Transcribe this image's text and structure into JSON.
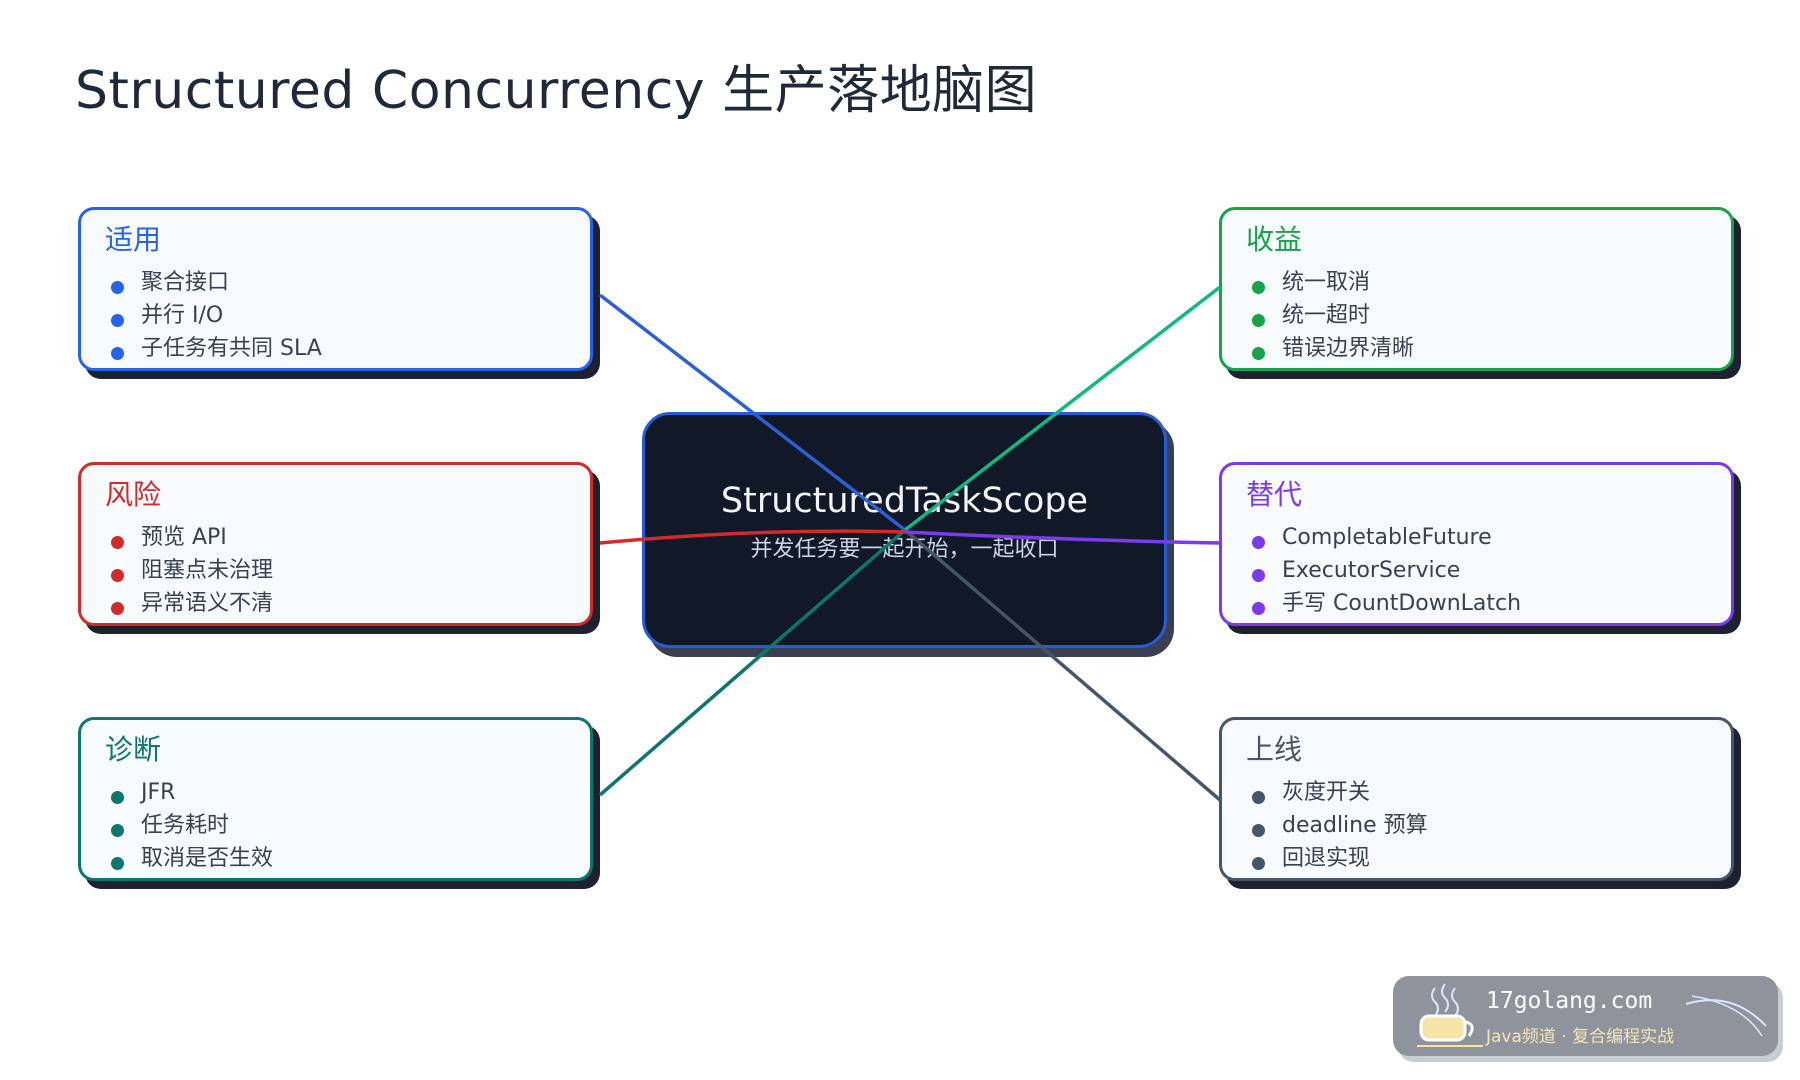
{
  "title": "Structured Concurrency 生产落地脑图",
  "center": {
    "title": "StructuredTaskScope",
    "subtitle": "并发任务要一起开始，一起收口"
  },
  "branches": [
    {
      "id": "applicable",
      "title": "适用",
      "color": "#2563eb",
      "items": [
        "聚合接口",
        "并行 I/O",
        "子任务有共同 SLA"
      ]
    },
    {
      "id": "risk",
      "title": "风险",
      "color": "#d12b2b",
      "items": [
        "预览 API",
        "阻塞点未治理",
        "异常语义不清"
      ]
    },
    {
      "id": "diagnosis",
      "title": "诊断",
      "color": "#0f766e",
      "items": [
        "JFR",
        "任务耗时",
        "取消是否生效"
      ]
    },
    {
      "id": "benefit",
      "title": "收益",
      "color": "#16a34a",
      "items": [
        "统一取消",
        "统一超时",
        "错误边界清晰"
      ]
    },
    {
      "id": "alternative",
      "title": "替代",
      "color": "#7c3aed",
      "items": [
        "CompletableFuture",
        "ExecutorService",
        "手写 CountDownLatch"
      ]
    },
    {
      "id": "launch",
      "title": "上线",
      "color": "#475569",
      "items": [
        "灰度开关",
        "deadline 预算",
        "回退实现"
      ]
    }
  ],
  "colors": {
    "benefit_line": "#10b981",
    "diagnosis_line": "#0f766e"
  },
  "watermark": {
    "domain": "17golang.com",
    "slogan": "Java频道 · 复合编程实战",
    "logo_icon": "steaming-cup-icon"
  }
}
